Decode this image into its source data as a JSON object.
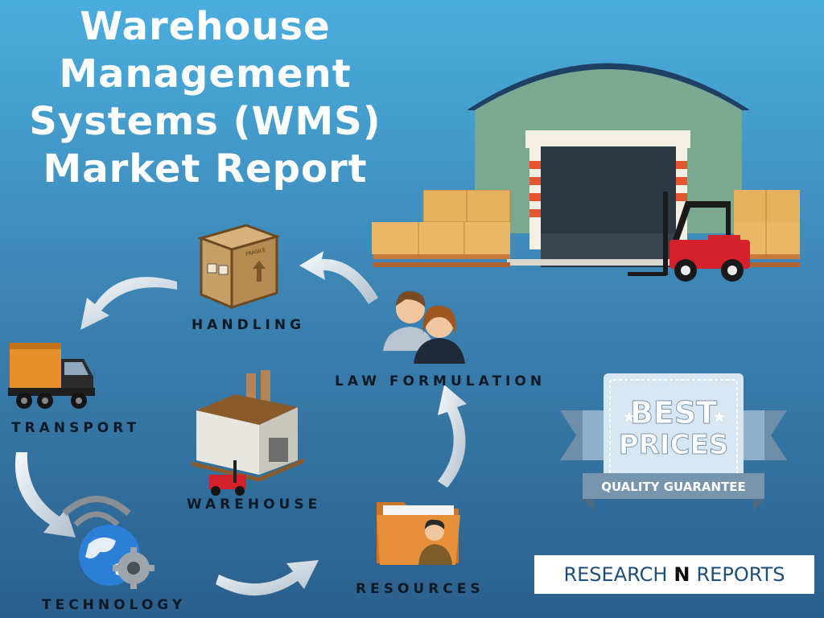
{
  "title": {
    "line1": "Warehouse",
    "line2": "Management",
    "line3": "Systems (WMS)",
    "line4": "Market Report"
  },
  "cycle": {
    "handling": "HANDLING",
    "transport": "TRANSPORT",
    "technology": "TECHNOLOGY",
    "warehouse": "WAREHOUSE",
    "resources": "RESOURCES",
    "law_formulation": "LAW FORMULATION"
  },
  "badge": {
    "line1": "BEST",
    "line2": "PRICES",
    "ribbon": "QUALITY GUARANTEE"
  },
  "logo": {
    "left": "RESEARCH",
    "mid": "N",
    "right": "REPORTS"
  },
  "box_labels": {
    "fragile": "FRAGILE"
  },
  "colors": {
    "background_top": "#4aaede",
    "background_bottom": "#2b5f8c",
    "title": "#ffffff",
    "label": "#0d1a26",
    "logo_text": "#1c4f7a"
  },
  "icons": [
    "warehouse-building-icon",
    "forklift-icon",
    "pallet-boxes-icon",
    "fragile-box-icon",
    "delivery-truck-icon",
    "globe-gear-icon",
    "factory-icon",
    "people-icon",
    "folder-person-icon",
    "cycle-arrow-icon"
  ]
}
